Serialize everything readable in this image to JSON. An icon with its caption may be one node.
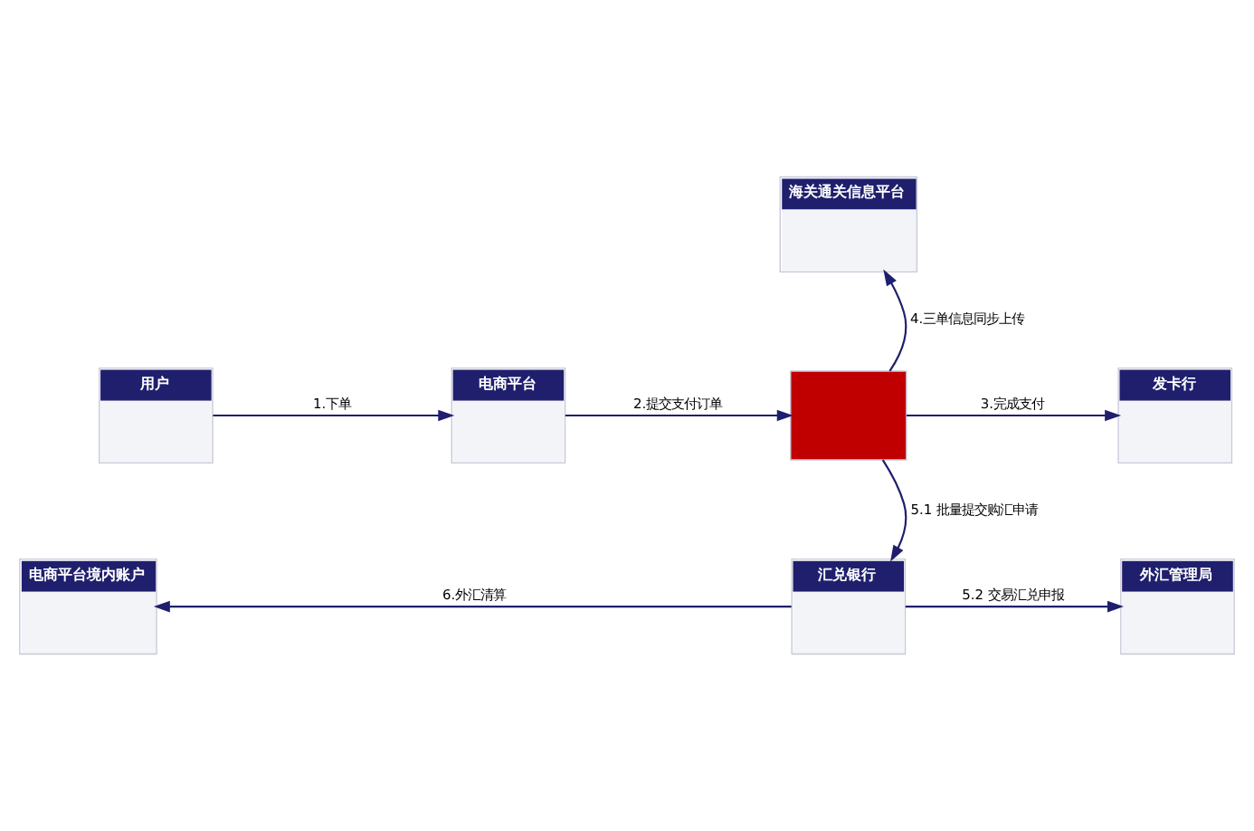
{
  "diagram": {
    "nodes": [
      {
        "text": [
          "用户"
        ]
      },
      {
        "text": [
          "电商平台"
        ]
      },
      {
        "text": [],
        "shape": "box"
      },
      {
        "text": [
          "海关通关信息平台"
        ]
      },
      {
        "text": [
          "发卡行"
        ]
      },
      {
        "text": [
          "汇兑银行"
        ]
      },
      {
        "text": [
          "外汇管理局"
        ]
      },
      {
        "text": [
          "电商平台境内账户"
        ]
      }
    ],
    "edges": [
      {
        "from": 0,
        "to": 1,
        "arrow": "to",
        "label": "1.下单"
      },
      {
        "from": 1,
        "to": 2,
        "arrow": "to",
        "label": "2.提交支付订单"
      },
      {
        "from": 2,
        "to": 3,
        "arrow": "to",
        "label": "4.三单信息同步上传"
      },
      {
        "from": 2,
        "to": 4,
        "arrow": "to",
        "label": "3.完成支付"
      },
      {
        "from": 2,
        "to": 5,
        "arrow": "to",
        "label": "5.1 批量提交购汇申请"
      },
      {
        "from": 5,
        "to": 6,
        "arrow": "to",
        "label": "5.2 交易汇兑申报"
      },
      {
        "from": 5,
        "to": 7,
        "arrow": "to",
        "label": "6.外汇清算"
      }
    ]
  }
}
